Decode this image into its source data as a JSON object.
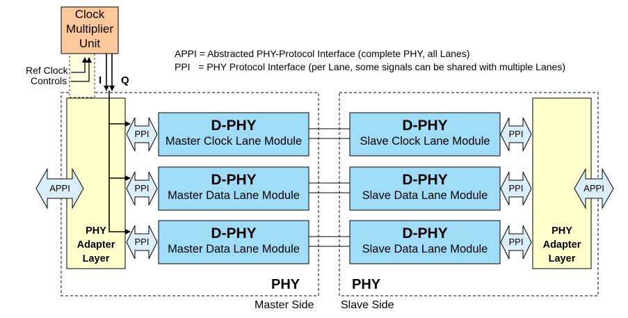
{
  "clock_unit": {
    "line1": "Clock",
    "line2": "Multiplier",
    "line3": "Unit"
  },
  "inputs": {
    "ref_clock": "Ref Clock",
    "controls": "Controls",
    "i": "I",
    "q": "Q"
  },
  "legend": {
    "appi": "APPI = Abstracted PHY-Protocol Interface (complete PHY, all Lanes)",
    "ppi": "PPI   = PHY Protocol Interface (per Lane, some signals can be shared with multiple Lanes)"
  },
  "master": {
    "modules": [
      {
        "title": "D-PHY",
        "subtitle": "Master Clock Lane Module"
      },
      {
        "title": "D-PHY",
        "subtitle": "Master Data Lane Module"
      },
      {
        "title": "D-PHY",
        "subtitle": "Master Data Lane Module"
      }
    ],
    "adapter": {
      "line1": "PHY",
      "line2": "Adapter",
      "line3": "Layer"
    },
    "phy_label": "PHY",
    "side_label": "Master Side"
  },
  "slave": {
    "modules": [
      {
        "title": "D-PHY",
        "subtitle": "Slave Clock Lane Module"
      },
      {
        "title": "D-PHY",
        "subtitle": "Slave Data Lane Module"
      },
      {
        "title": "D-PHY",
        "subtitle": "Slave Data Lane Module"
      }
    ],
    "adapter": {
      "line1": "PHY",
      "line2": "Adapter",
      "line3": "Layer"
    },
    "phy_label": "PHY",
    "side_label": "Slave Side"
  },
  "ppi_label": "PPI",
  "appi_label": "APPI",
  "colors": {
    "clock_unit_fill": "#fcc89b",
    "module_fill": "#9fdcf7",
    "adapter_fill": "#ffffcc",
    "arrow_fill": "#dbeefb",
    "outline": "#000000"
  }
}
